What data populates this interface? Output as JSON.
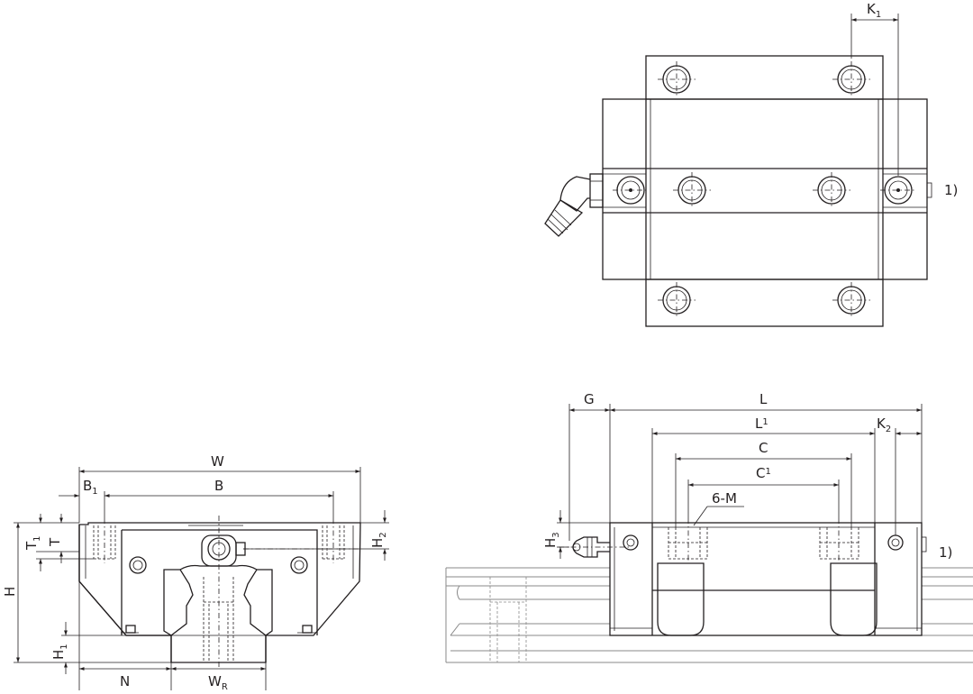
{
  "labels": {
    "K1": {
      "main": "K",
      "sub": "1"
    },
    "note_top": "1)",
    "W": "W",
    "B1": {
      "main": "B",
      "sub": "1"
    },
    "B": "B",
    "T1": {
      "main": "T",
      "sub": "1"
    },
    "T": "T",
    "H": "H",
    "H1": {
      "main": "H",
      "sub": "1"
    },
    "H2": {
      "main": "H",
      "sub": "2"
    },
    "N": "N",
    "WR": {
      "main": "W",
      "sub": "R"
    },
    "G": "G",
    "L": "L",
    "L1": {
      "main": "L",
      "sub": "1"
    },
    "K2": {
      "main": "K",
      "sub": "2"
    },
    "C": "C",
    "C1": {
      "main": "C",
      "sub": "1"
    },
    "M": "6-M",
    "H3": {
      "main": "H",
      "sub": "3"
    },
    "note_side": "1)"
  }
}
